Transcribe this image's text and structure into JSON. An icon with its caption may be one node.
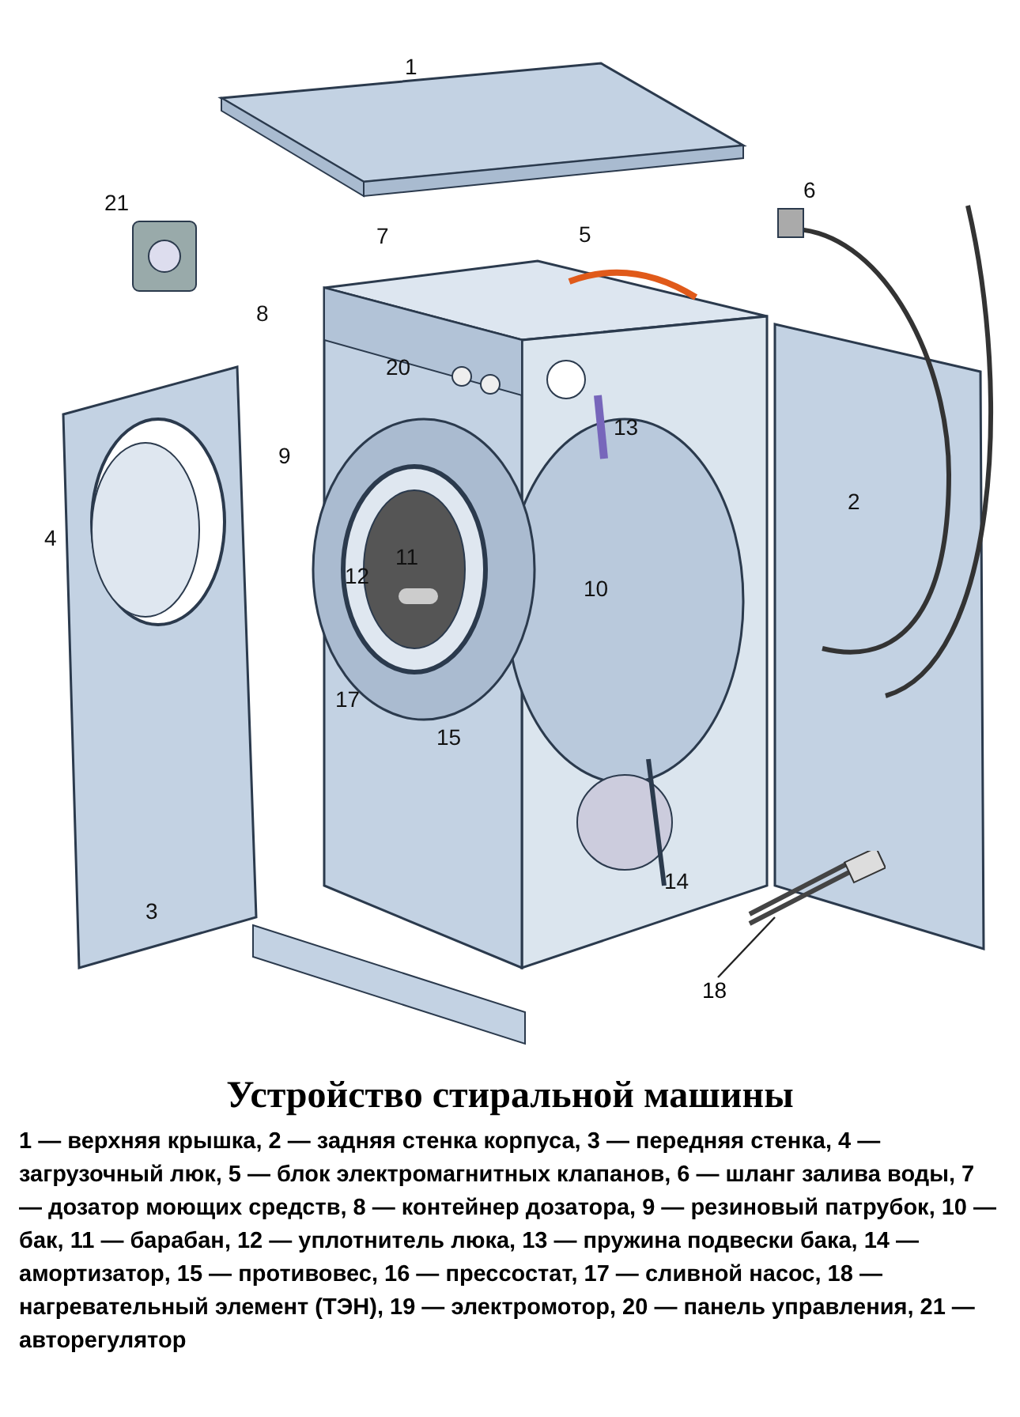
{
  "diagram": {
    "title": "Устройство стиральной машины",
    "caption": "1 — верхняя крышка, 2 — задняя стенка корпуса, 3 — передняя стенка, 4 — загрузочный люк, 5 — блок электромагнитных клапанов, 6 — шланг залива воды, 7 — дозатор моющих средств, 8 — контейнер дозатора, 9 — резиновый патрубок, 10 — бак, 11 — барабан, 12 — уплотнитель люка, 13 — пружина подвески бака, 14 — амортизатор, 15 — противовес, 16 — прессостат, 17 — сливной насос, 18 — нагревательный элемент (ТЭН), 19 — электромотор, 20 — панель управления, 21 — авторегулятор",
    "nodes": [
      {
        "text": [
          "18"
        ]
      },
      {
        "text": [],
        "shape": "picture"
      }
    ],
    "edges": [
      {
        "from": 0,
        "to": 1,
        "arrow": "none"
      }
    ],
    "labels": [
      "1",
      "21",
      "6",
      "7",
      "5",
      "8",
      "20",
      "13",
      "9",
      "2",
      "4",
      "11",
      "12",
      "10",
      "17",
      "15",
      "14",
      "3"
    ]
  }
}
